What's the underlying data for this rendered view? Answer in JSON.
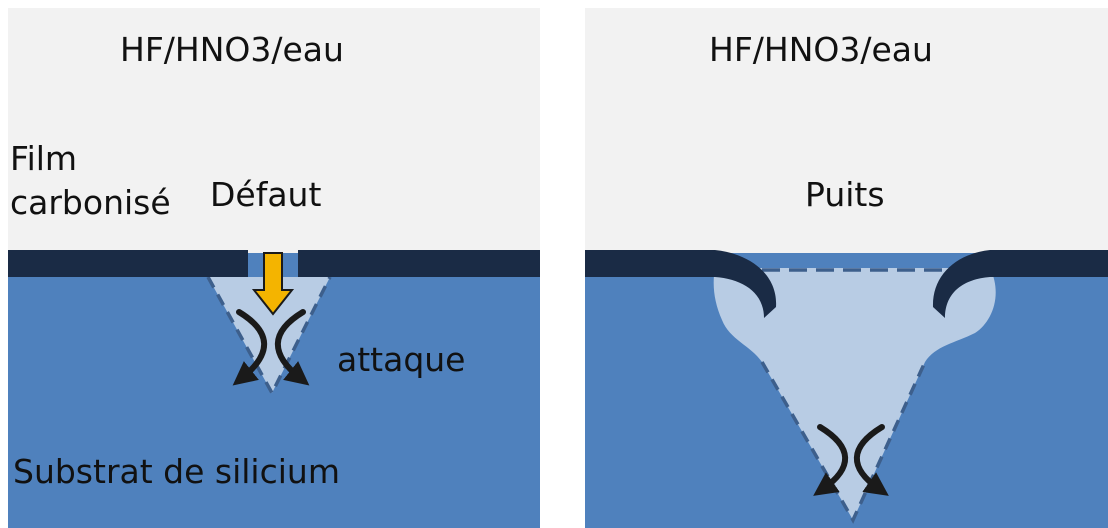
{
  "panel_left": {
    "solution_label": "HF/HNO3/eau",
    "film_label_line1": "Film",
    "film_label_line2": "carbonisé",
    "defect_label": "Défaut",
    "attack_label": "attaque",
    "substrate_label": "Substrat de silicium"
  },
  "panel_right": {
    "solution_label": "HF/HNO3/eau",
    "pit_label": "Puits"
  },
  "colors": {
    "solution": "#f2f2f2",
    "substrate": "#4f81bd",
    "film": "#1a2b45",
    "etched_region": "#b8cce4",
    "arrow": "#f4b400",
    "dashed_outline": "#3d5f8c"
  }
}
